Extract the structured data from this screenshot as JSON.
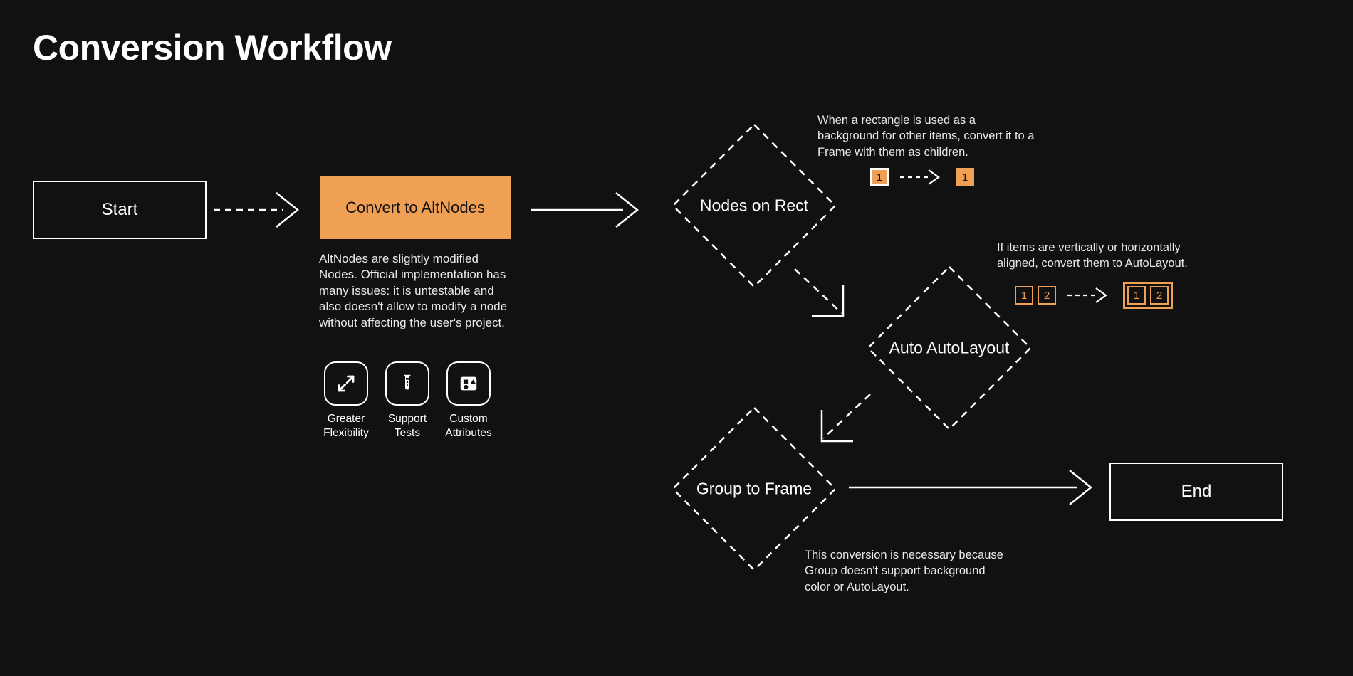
{
  "page": {
    "title": "Conversion Workflow",
    "background_color": "#111111",
    "accent_color": "#F0A055",
    "text_color": "#FFFFFF"
  },
  "nodes": {
    "start": {
      "label": "Start",
      "type": "terminal"
    },
    "convert": {
      "label": "Convert to AltNodes",
      "type": "process",
      "color": "#F0A055"
    },
    "nodes_on_rect": {
      "label": "Nodes on Rect",
      "type": "decision"
    },
    "auto_autolayout": {
      "label": "Auto AutoLayout",
      "type": "decision"
    },
    "group_to_frame": {
      "label": "Group to Frame",
      "type": "decision"
    },
    "end": {
      "label": "End",
      "type": "terminal"
    }
  },
  "convert_description": "AltNodes are slightly modified Nodes. Official implementation has many issues: it is untestable and also doesn't allow to modify a node without affecting the user's project.",
  "features": [
    {
      "icon": "expand-arrows-icon",
      "label": "Greater\nFlexibility"
    },
    {
      "icon": "test-tube-icon",
      "label": "Support\nTests"
    },
    {
      "icon": "shapes-icon",
      "label": "Custom\nAttributes"
    }
  ],
  "annotations": {
    "nodes_on_rect": "When a rectangle is used as a background for other items, convert it to a Frame with them as children.",
    "auto_autolayout": "If items are vertically or horizontally aligned, convert them to AutoLayout.",
    "group_to_frame": "This conversion is necessary because Group doesn't support background color or AutoLayout."
  },
  "mini_diagrams": {
    "rect_to_frame": {
      "before": [
        "1"
      ],
      "after": [
        "1"
      ],
      "arrow": "dashed-arrow-icon"
    },
    "items_to_autolayout": {
      "before": [
        "1",
        "2"
      ],
      "after": [
        "1",
        "2"
      ],
      "arrow": "dashed-arrow-icon"
    }
  },
  "connectors": [
    {
      "from": "start",
      "to": "convert",
      "style": "dashed"
    },
    {
      "from": "convert",
      "to": "nodes_on_rect",
      "style": "solid"
    },
    {
      "from": "nodes_on_rect",
      "to": "auto_autolayout",
      "style": "dashed"
    },
    {
      "from": "auto_autolayout",
      "to": "group_to_frame",
      "style": "dashed"
    },
    {
      "from": "group_to_frame",
      "to": "end",
      "style": "solid"
    }
  ]
}
